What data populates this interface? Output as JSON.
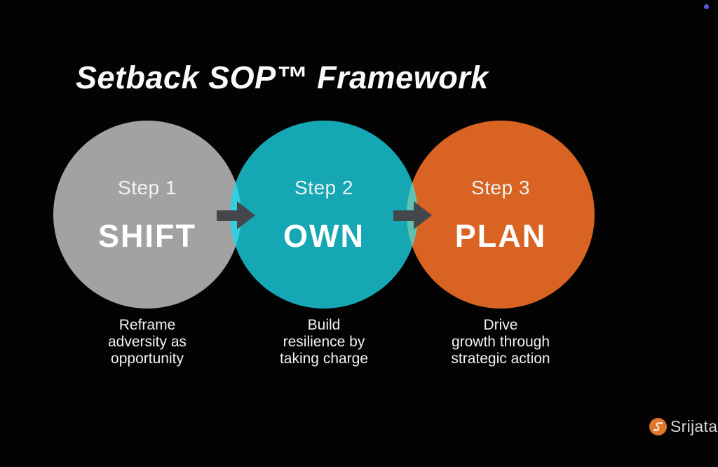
{
  "page": {
    "background_color": "#030303"
  },
  "title": "Setback SOP™ Framework",
  "steps": [
    {
      "label": "Step 1",
      "word": "SHIFT",
      "color": "#a3a2a2",
      "caption_lines": [
        "Reframe",
        "adversity as",
        "opportunity"
      ]
    },
    {
      "label": "Step 2",
      "word": "OWN",
      "color": "#16a7b5",
      "caption_lines": [
        "Build",
        "resilience by",
        "taking charge"
      ]
    },
    {
      "label": "Step 3",
      "word": "PLAN",
      "color": "#d96322",
      "caption_lines": [
        "Drive",
        "growth through",
        "strategic action"
      ]
    }
  ],
  "overlap_colors": {
    "shift_own": "#36cddd",
    "own_plan": "#5ec2ae"
  },
  "arrow_color": "#43474b",
  "text_colors": {
    "title": "#fafafa",
    "step_label": "#eef4f4",
    "step_word": "#ffffff",
    "caption": "#f2f2f2"
  },
  "logo": {
    "text": "Srijata",
    "icon": "srijata-swirl-icon",
    "icon_color": "#e0762a",
    "swirl_color": "#ffffff",
    "text_color": "#d8d8d8"
  },
  "indicator_dot": {
    "color": "#5a57d8"
  }
}
